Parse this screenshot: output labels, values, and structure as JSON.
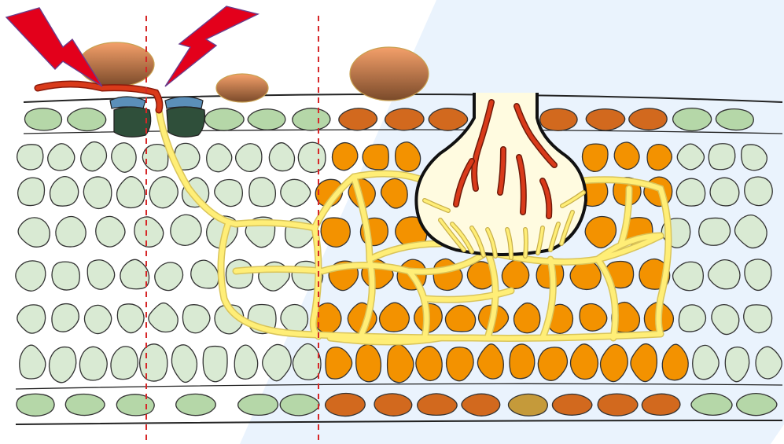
{
  "colors": {
    "background_panel": "#eaf3fd",
    "healthy_cell_fill": "#d9ead3",
    "epidermis_healthy_fill": "#b5d7a8",
    "infected_cell_fill": "#f39200",
    "epidermis_infected_fill": "#d2691e",
    "hyphae_fill": "#ffee77",
    "hyphae_stroke": "#d9c45a",
    "stomata_guard_fill": "#2f4f3a",
    "stomata_subsidiary_fill": "#5b8fb9",
    "spore_fill": "#a0522d",
    "germ_tube_fill": "#d93a1a",
    "lightning_fill": "#e3001b",
    "sporangium_fill": "#fffbe0",
    "section_divider": "#d62728",
    "cell_outline": "#333333"
  },
  "icons": [
    "lightning-bolt-icon",
    "lightning-bolt-icon"
  ],
  "regions": [
    "healthy-tissue",
    "penetration-zone",
    "colonization-zone",
    "infected-tissue",
    "fruiting-body"
  ]
}
